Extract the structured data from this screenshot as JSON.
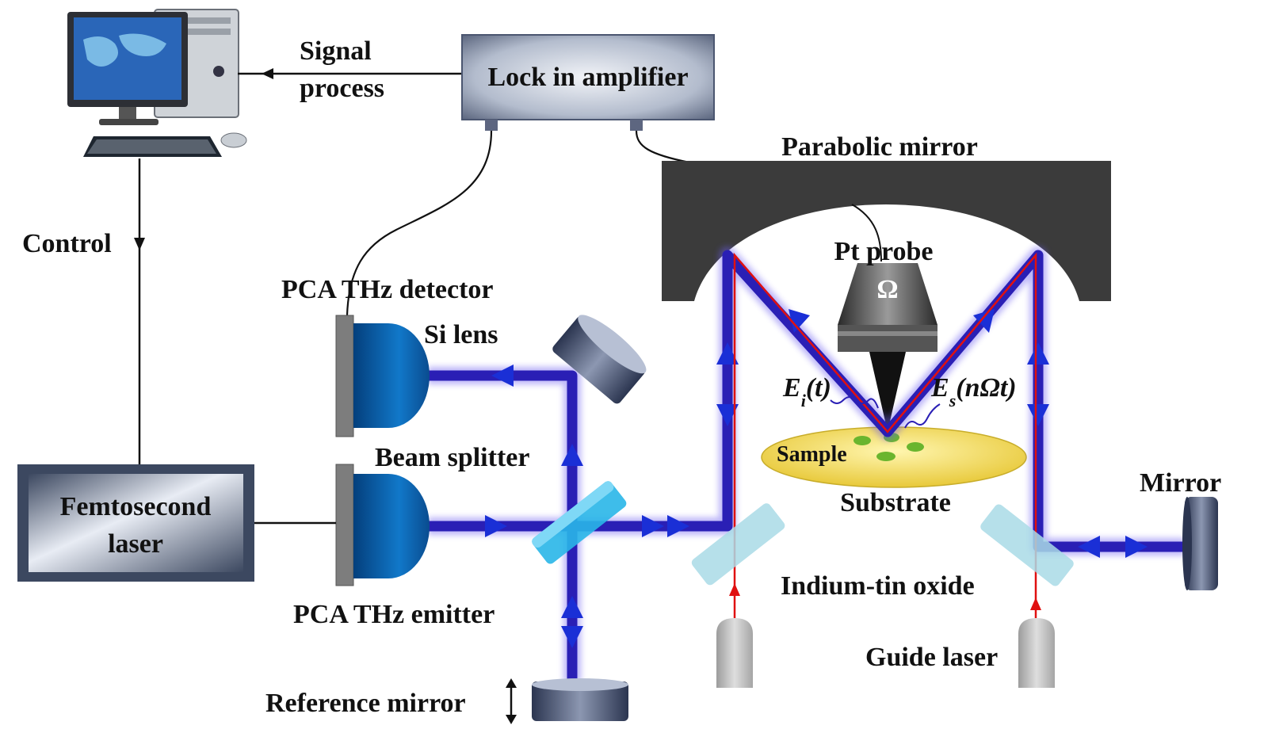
{
  "labels": {
    "signal_process_1": "Signal",
    "signal_process_2": "process",
    "lock_in_amplifier": "Lock in amplifier",
    "control": "Control",
    "parabolic_mirror": "Parabolic mirror",
    "pt_probe": "Pt probe",
    "omega": "Ω",
    "pca_detector": "PCA THz  detector",
    "si_lens": "Si lens",
    "ei_t": "E",
    "ei_sub": "i",
    "ei_arg": "(t)",
    "es_e": "E",
    "es_sub": "s",
    "es_arg": "(nΩt)",
    "sample": "Sample",
    "substrate": "Substrate",
    "beam_splitter": "Beam splitter",
    "femtosecond_1": "Femtosecond",
    "femtosecond_2": "laser",
    "mirror": "Mirror",
    "indium_tin_oxide": "Indium-tin oxide",
    "pca_emitter": "PCA THz emitter",
    "guide_laser": "Guide laser",
    "reference_mirror": "Reference mirror"
  },
  "colors": {
    "thz_beam": "#2a1fb5",
    "guide_laser_beam": "#e01010",
    "mirror_dark": "#3a3a3a",
    "lens_blue": "#0b5fa8",
    "splitter_cyan": "#29b6e8",
    "ito_glass": "#a9dbe6",
    "sample_yellow": "#f2d84a"
  }
}
